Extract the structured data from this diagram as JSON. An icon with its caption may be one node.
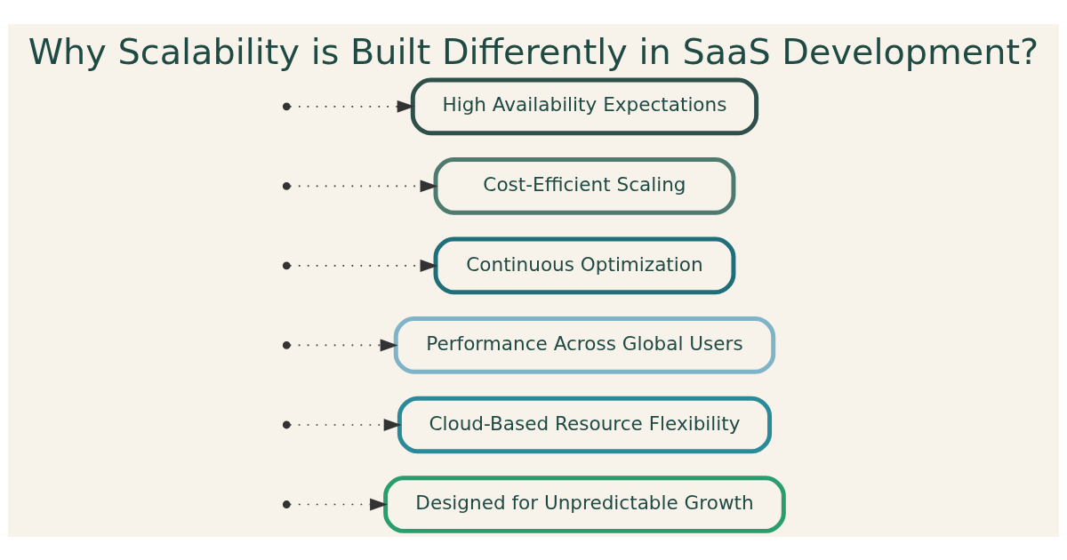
{
  "diagram": {
    "title": "Why Scalability is Built Differently in SaaS Development?",
    "nodes": [
      {
        "text": [
          "Designed for Unpredictable Growth"
        ]
      },
      {
        "text": [
          "Cloud-Based Resource Flexibility"
        ]
      },
      {
        "text": [
          "Performance Across Global Users"
        ]
      },
      {
        "text": [
          "Continuous Optimization"
        ]
      },
      {
        "text": [
          "Cost-Efficient Scaling"
        ]
      },
      {
        "text": [
          "High Availability Expectations"
        ]
      }
    ],
    "edges": [
      {
        "from": null,
        "to": 0,
        "arrow": "to",
        "style": "dashed"
      },
      {
        "from": null,
        "to": 1,
        "arrow": "to",
        "style": "dashed"
      },
      {
        "from": null,
        "to": 2,
        "arrow": "to",
        "style": "dashed"
      },
      {
        "from": null,
        "to": 3,
        "arrow": "to",
        "style": "dashed"
      },
      {
        "from": null,
        "to": 4,
        "arrow": "to",
        "style": "dashed"
      },
      {
        "from": null,
        "to": 5,
        "arrow": "to",
        "style": "dashed"
      }
    ]
  }
}
